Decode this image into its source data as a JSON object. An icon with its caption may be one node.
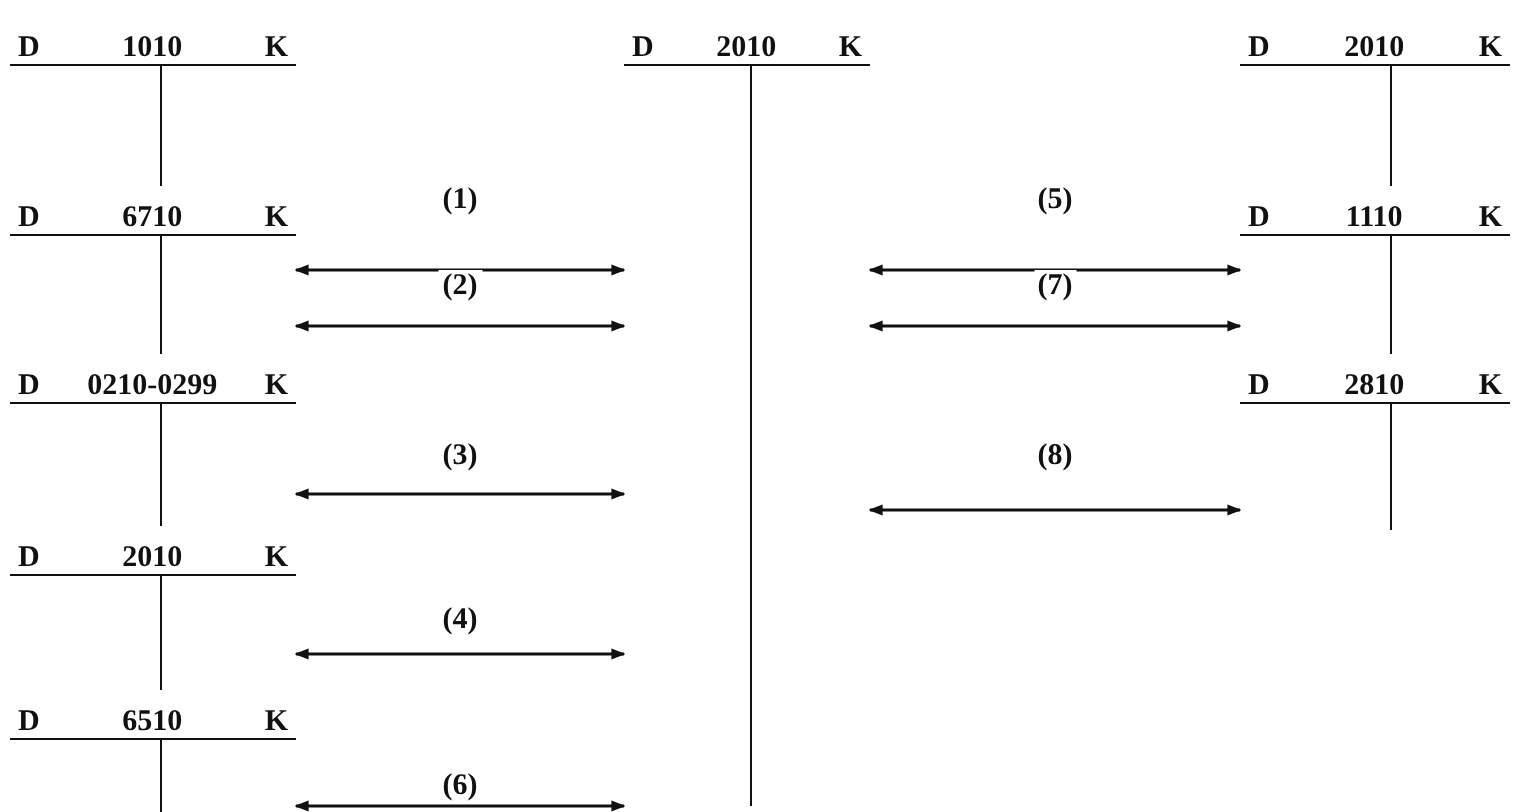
{
  "diagram": {
    "nodes": [
      {
        "text": [
          "D",
          "1010",
          "K"
        ]
      },
      {
        "text": [
          "D",
          "6710",
          "K"
        ]
      },
      {
        "text": [
          "D",
          "0210-0299",
          "K"
        ]
      },
      {
        "text": [
          "D",
          "2010",
          "K"
        ]
      },
      {
        "text": [
          "D",
          "6510",
          "K"
        ]
      },
      {
        "text": [
          "D",
          "2010",
          "K"
        ]
      },
      {
        "text": [
          "D",
          "2010",
          "K"
        ]
      },
      {
        "text": [
          "D",
          "1110",
          "K"
        ]
      },
      {
        "text": [
          "D",
          "2810",
          "K"
        ]
      }
    ],
    "edges": [
      {
        "from": 1,
        "to": 5,
        "arrow": "both",
        "label": "(1)"
      },
      {
        "from": 1,
        "to": 5,
        "arrow": "both",
        "label": "(2)"
      },
      {
        "from": 2,
        "to": 5,
        "arrow": "both",
        "label": "(3)"
      },
      {
        "from": 3,
        "to": 5,
        "arrow": "both",
        "label": "(4)"
      },
      {
        "from": 5,
        "to": 7,
        "arrow": "both",
        "label": "(5)"
      },
      {
        "from": 4,
        "to": 5,
        "arrow": "both",
        "label": "(6)"
      },
      {
        "from": 5,
        "to": 7,
        "arrow": "both",
        "label": "(7)"
      },
      {
        "from": 5,
        "to": 8,
        "arrow": "both",
        "label": "(8)"
      }
    ]
  }
}
